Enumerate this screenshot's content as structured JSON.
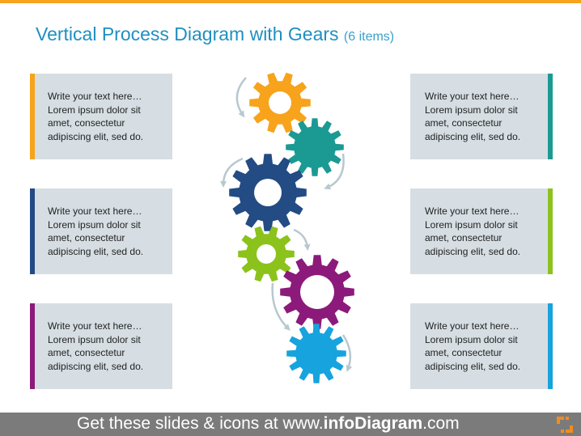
{
  "title": {
    "main": "Vertical Process Diagram with Gears",
    "count": "(6 items)"
  },
  "cards": [
    {
      "side": "left",
      "row": 0,
      "color": "#f7a31c",
      "lines": [
        "Write your text here…",
        "Lorem ipsum dolor sit",
        "amet, consectetur",
        "adipiscing elit, sed do."
      ]
    },
    {
      "side": "left",
      "row": 1,
      "color": "#234b84",
      "lines": [
        "Write your text here…",
        "Lorem ipsum dolor sit",
        "amet, consectetur",
        "adipiscing elit, sed do."
      ]
    },
    {
      "side": "left",
      "row": 2,
      "color": "#8c1a7b",
      "lines": [
        "Write your text here…",
        "Lorem ipsum dolor sit",
        "amet, consectetur",
        "adipiscing elit, sed do."
      ]
    },
    {
      "side": "right",
      "row": 0,
      "color": "#1a9a93",
      "lines": [
        "Write your text here…",
        "Lorem ipsum dolor sit",
        "amet, consectetur",
        "adipiscing elit, sed do."
      ]
    },
    {
      "side": "right",
      "row": 1,
      "color": "#8cc21c",
      "lines": [
        "Write your text here…",
        "Lorem ipsum dolor sit",
        "amet, consectetur",
        "adipiscing elit, sed do."
      ]
    },
    {
      "side": "right",
      "row": 2,
      "color": "#17a3de",
      "lines": [
        "Write your text here…",
        "Lorem ipsum dolor sit",
        "amet, consectetur",
        "adipiscing elit, sed do."
      ]
    }
  ],
  "gears": [
    {
      "name": "gear-orange",
      "color": "#f7a31c",
      "hole": true
    },
    {
      "name": "gear-teal",
      "color": "#1a9a93",
      "hole": false
    },
    {
      "name": "gear-navy",
      "color": "#234b84",
      "hole": true
    },
    {
      "name": "gear-green",
      "color": "#8cc21c",
      "hole": true
    },
    {
      "name": "gear-purple",
      "color": "#8c1a7b",
      "hole": true
    },
    {
      "name": "gear-blue",
      "color": "#17a3de",
      "hole": false
    }
  ],
  "arrow_color": "#b8c8cf",
  "footer": {
    "prefix": "Get these slides & icons at www.",
    "brand": "infoDiagram",
    "suffix": ".com",
    "background": "#7b7b7b"
  },
  "logo_color": "#f28c1e"
}
